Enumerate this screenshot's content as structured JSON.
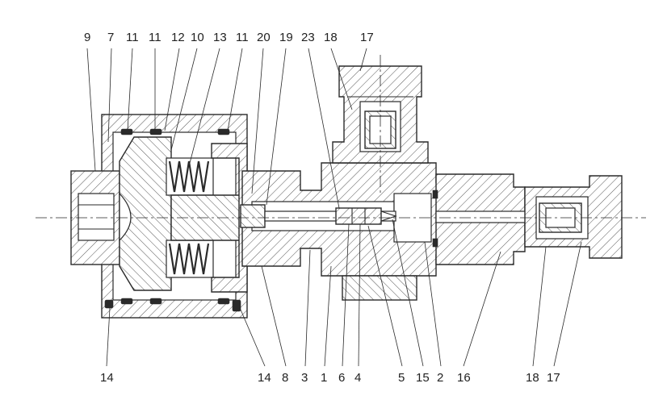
{
  "top_labels": [
    {
      "id": "t1",
      "text": "9"
    },
    {
      "id": "t2",
      "text": "7"
    },
    {
      "id": "t3",
      "text": "11"
    },
    {
      "id": "t4",
      "text": "11"
    },
    {
      "id": "t5",
      "text": "12"
    },
    {
      "id": "t6",
      "text": "10"
    },
    {
      "id": "t7",
      "text": "13"
    },
    {
      "id": "t8",
      "text": "11"
    },
    {
      "id": "t9",
      "text": "20"
    },
    {
      "id": "t10",
      "text": "19"
    },
    {
      "id": "t11",
      "text": "23"
    },
    {
      "id": "t12",
      "text": "18"
    },
    {
      "id": "t13",
      "text": "17"
    }
  ],
  "bottom_labels": [
    {
      "id": "b1",
      "text": "14"
    },
    {
      "id": "b2",
      "text": "14"
    },
    {
      "id": "b3",
      "text": "8"
    },
    {
      "id": "b4",
      "text": "3"
    },
    {
      "id": "b5",
      "text": "1"
    },
    {
      "id": "b6",
      "text": "6"
    },
    {
      "id": "b7",
      "text": "4"
    },
    {
      "id": "b8",
      "text": "5"
    },
    {
      "id": "b9",
      "text": "15"
    },
    {
      "id": "b10",
      "text": "2"
    },
    {
      "id": "b11",
      "text": "16"
    },
    {
      "id": "b12",
      "text": "18"
    },
    {
      "id": "b13",
      "text": "17"
    }
  ],
  "colors": {
    "ink": "#2a2a2a",
    "paper": "#ffffff"
  }
}
